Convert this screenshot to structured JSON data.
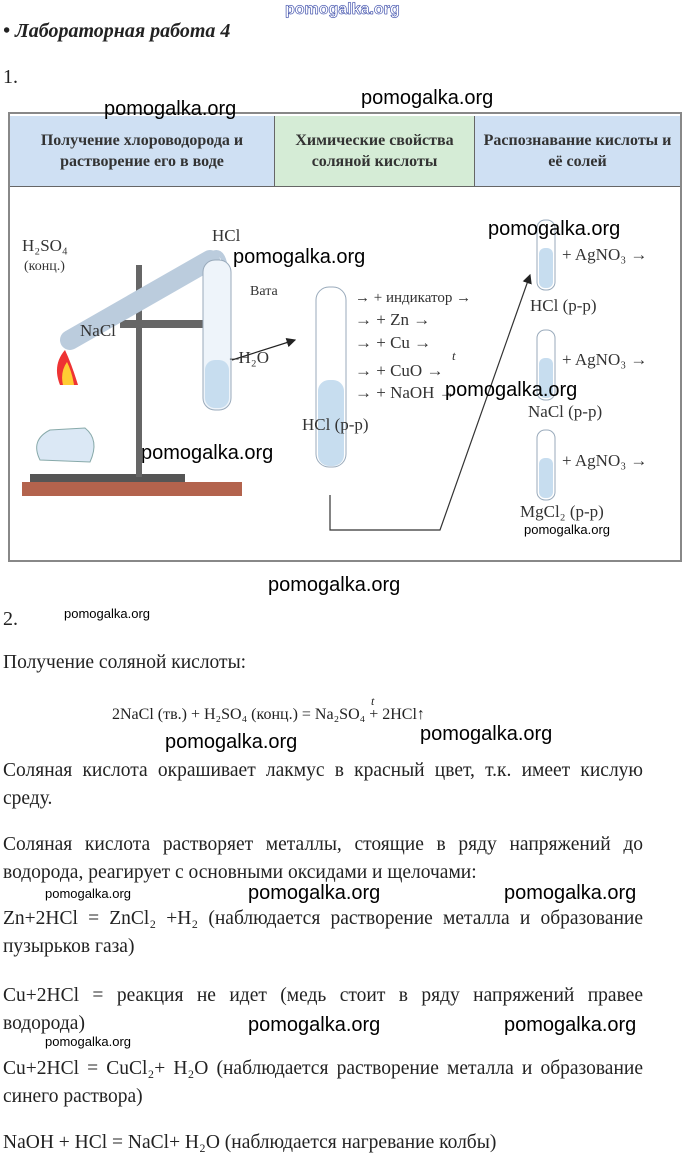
{
  "watermark": "pomogalka.org",
  "title": "• Лабораторная работа 4",
  "section1": "1.",
  "section2": "2.",
  "table": {
    "headers": [
      "Получение хлороводорода и растворение его в воде",
      "Химические свойства соляной кислоты",
      "Распознавание кислоты и её солей"
    ],
    "colors": {
      "blue": "#cfe0f3",
      "green": "#d5ecd6"
    }
  },
  "diagram": {
    "h2so4": "H₂SO₄",
    "konc": "(конц.)",
    "hcl_gas": "HCl",
    "vata": "Вата",
    "nacl": "NaCl",
    "h2o": "–H₂O",
    "reagents": [
      "→ + индикатор →",
      "→ + Zn →",
      "→ + Cu →",
      "→ + CuO →",
      "→ + NaOH →"
    ],
    "t": "t",
    "hcl_solution": "HCl (р-р)",
    "agno3": "+ AgNO₃ →",
    "tubes": [
      "HCl (р-р)",
      "NaCl (р-р)",
      "MgCl₂ (р-р)"
    ]
  },
  "text": {
    "heading": "Получение соляной кислоты:",
    "equation": "2NaCl (тв.) + H₂SO₄ (конц.) = Na₂SO₄ + 2HCl↑",
    "eq_t": "t",
    "p1": "Соляная кислота окрашивает лакмус в красный цвет, т.к. имеет кислую среду.",
    "p2": "Соляная кислота растворяет металлы, стоящие в ряду напряжений до водорода, реагирует с основными оксидами и щелочами:",
    "p3": "Zn+2HCl = ZnCl₂ +H₂ (наблюдается растворение металла и образование пузырьков газа)",
    "p4": "Cu+2HCl = реакция не идет (медь стоит в ряду напряжений правее водорода)",
    "p5": "Cu+2HCl = CuCl₂+ H₂O (наблюдается растворение металла и образование синего раствора)",
    "p6": "NaOH + HCl = NaCl+ H₂O (наблюдается нагревание колбы)"
  }
}
